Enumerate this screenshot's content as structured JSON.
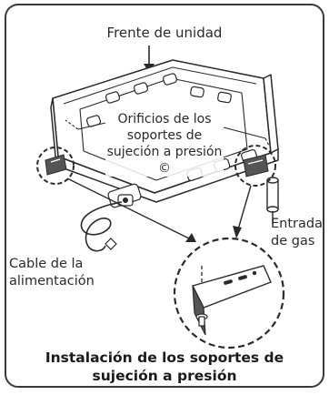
{
  "labels": {
    "front": "Frente de unidad",
    "holes": "Orificios de los soportes de sujeción a presión ©",
    "gas": "Entrada de gas",
    "cable": "Cable de la alimentación"
  },
  "caption": "Instalación de los soportes de sujeción a presión",
  "colors": {
    "line": "#2a2a2a",
    "bracket_fill": "#555555",
    "frame": "#3a3a3a"
  }
}
